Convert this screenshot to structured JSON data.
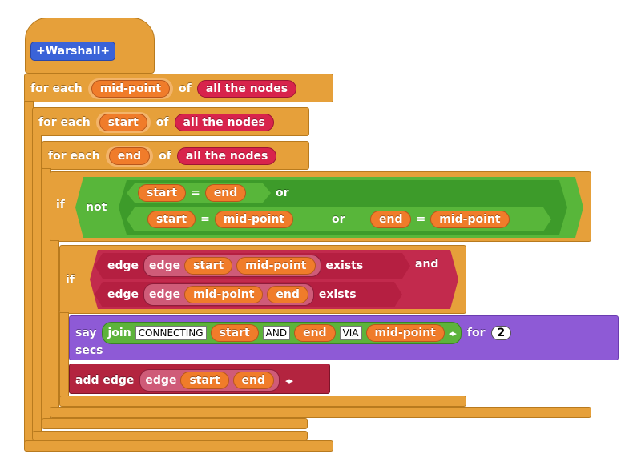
{
  "hat": {
    "plus": "+",
    "name": "Warshall"
  },
  "loop1": {
    "label": "for each",
    "var": "mid-point",
    "of": "of",
    "list": "all the nodes"
  },
  "loop2": {
    "label": "for each",
    "var": "start",
    "of": "of",
    "list": "all the nodes"
  },
  "loop3": {
    "label": "for each",
    "var": "end",
    "of": "of",
    "list": "all the nodes"
  },
  "if1": {
    "label": "if",
    "not": "not",
    "eq1": {
      "a": "start",
      "op": "=",
      "b": "end"
    },
    "or1": "or",
    "eq2": {
      "a": "start",
      "op": "=",
      "b": "mid-point"
    },
    "or2": "or",
    "eq3": {
      "a": "end",
      "op": "=",
      "b": "mid-point"
    }
  },
  "if2": {
    "label": "if",
    "line1": {
      "edge": "edge",
      "inner_edge": "edge",
      "a": "start",
      "b": "mid-point",
      "exists": "exists"
    },
    "and": "and",
    "line2": {
      "edge": "edge",
      "inner_edge": "edge",
      "a": "mid-point",
      "b": "end",
      "exists": "exists"
    }
  },
  "say": {
    "say": "say",
    "join": "join",
    "t1": "CONNECTING",
    "v1": "start",
    "t2": "AND",
    "v2": "end",
    "t3": "VIA",
    "v3": "mid-point",
    "arrows": "◂▸",
    "for": "for",
    "secs_value": "2",
    "secs": "secs"
  },
  "add": {
    "label": "add edge",
    "edge": "edge",
    "a": "start",
    "b": "end",
    "arrows": "◂▸"
  },
  "colors": {
    "control": "#e6a03a",
    "variable": "#f07c2a",
    "list": "#d8234c",
    "operator": "#58b63a",
    "looks": "#8e5ad6",
    "custom": "#c22a4d",
    "hat": "#3a63d8"
  }
}
